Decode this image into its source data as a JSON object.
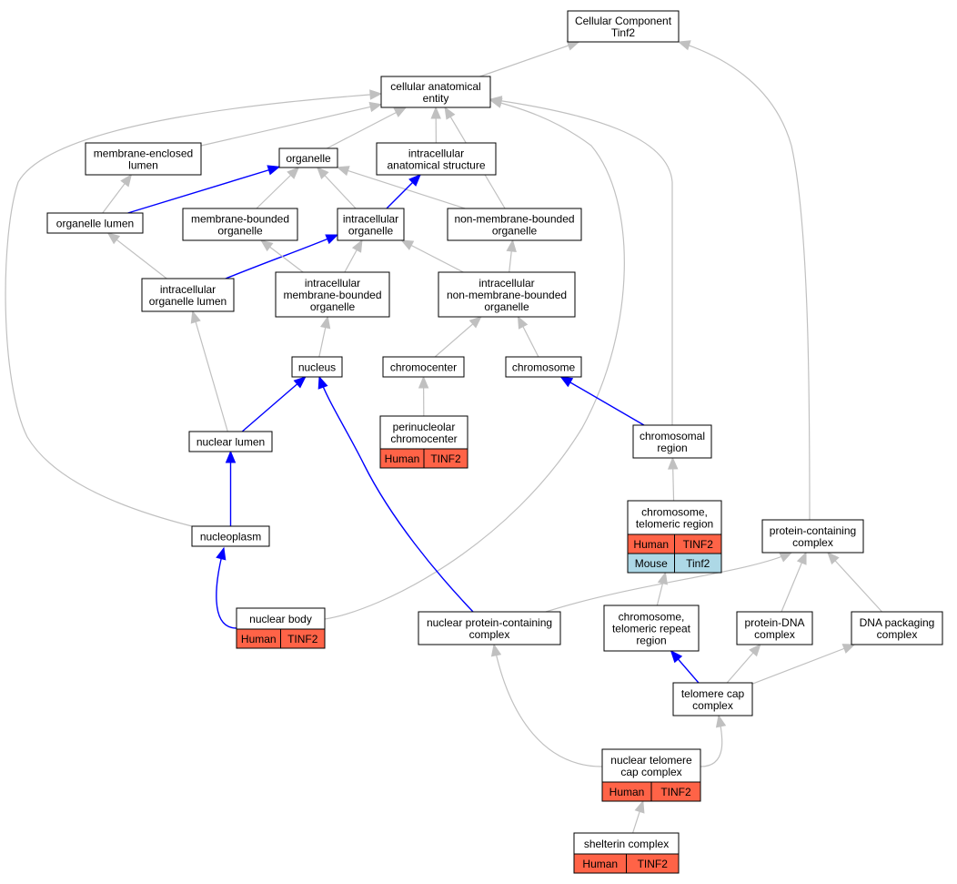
{
  "colors": {
    "human": "#ff6347",
    "mouse": "#add8e6",
    "edge_gray": "#c0c0c0",
    "edge_blue": "#0000ff"
  },
  "nodes": [
    {
      "id": "cc",
      "lines": [
        "Cellular Component",
        "Tinf2"
      ]
    },
    {
      "id": "cae",
      "lines": [
        "cellular anatomical",
        "entity"
      ]
    },
    {
      "id": "mel",
      "lines": [
        "membrane-enclosed",
        "lumen"
      ]
    },
    {
      "id": "organelle",
      "lines": [
        "organelle"
      ]
    },
    {
      "id": "ias",
      "lines": [
        "intracellular",
        "anatomical structure"
      ]
    },
    {
      "id": "ol",
      "lines": [
        "organelle lumen"
      ]
    },
    {
      "id": "mbo",
      "lines": [
        "membrane-bounded",
        "organelle"
      ]
    },
    {
      "id": "io",
      "lines": [
        "intracellular",
        "organelle"
      ]
    },
    {
      "id": "nmbo",
      "lines": [
        "non-membrane-bounded",
        "organelle"
      ]
    },
    {
      "id": "iol",
      "lines": [
        "intracellular",
        "organelle lumen"
      ]
    },
    {
      "id": "imbo",
      "lines": [
        "intracellular",
        "membrane-bounded",
        "organelle"
      ]
    },
    {
      "id": "inmbo",
      "lines": [
        "intracellular",
        "non-membrane-bounded",
        "organelle"
      ]
    },
    {
      "id": "nucleus",
      "lines": [
        "nucleus"
      ]
    },
    {
      "id": "chromocenter",
      "lines": [
        "chromocenter"
      ]
    },
    {
      "id": "chromosome",
      "lines": [
        "chromosome"
      ]
    },
    {
      "id": "pnc",
      "lines": [
        "perinucleolar",
        "chromocenter"
      ],
      "cells": [
        {
          "label": "Human",
          "color": "human"
        },
        {
          "label": "TINF2",
          "color": "human"
        }
      ]
    },
    {
      "id": "nl",
      "lines": [
        "nuclear lumen"
      ]
    },
    {
      "id": "cr",
      "lines": [
        "chromosomal",
        "region"
      ]
    },
    {
      "id": "nucleoplasm",
      "lines": [
        "nucleoplasm"
      ]
    },
    {
      "id": "ctr",
      "lines": [
        "chromosome,",
        "telomeric region"
      ],
      "cells": [
        {
          "label": "Human",
          "color": "human"
        },
        {
          "label": "TINF2",
          "color": "human"
        },
        {
          "label": "Mouse",
          "color": "mouse"
        },
        {
          "label": "Tinf2",
          "color": "mouse"
        }
      ]
    },
    {
      "id": "pcc",
      "lines": [
        "protein-containing",
        "complex"
      ]
    },
    {
      "id": "nb",
      "lines": [
        "nuclear body"
      ],
      "cells": [
        {
          "label": "Human",
          "color": "human"
        },
        {
          "label": "TINF2",
          "color": "human"
        }
      ]
    },
    {
      "id": "npcc",
      "lines": [
        "nuclear protein-containing",
        "complex"
      ]
    },
    {
      "id": "ctrr",
      "lines": [
        "chromosome,",
        "telomeric repeat",
        "region"
      ]
    },
    {
      "id": "pdna",
      "lines": [
        "protein-DNA",
        "complex"
      ]
    },
    {
      "id": "dnap",
      "lines": [
        "DNA packaging",
        "complex"
      ]
    },
    {
      "id": "tcc",
      "lines": [
        "telomere cap",
        "complex"
      ]
    },
    {
      "id": "ntcc",
      "lines": [
        "nuclear telomere",
        "cap complex"
      ],
      "cells": [
        {
          "label": "Human",
          "color": "human"
        },
        {
          "label": "TINF2",
          "color": "human"
        }
      ]
    },
    {
      "id": "shelterin",
      "lines": [
        "shelterin complex"
      ],
      "cells": [
        {
          "label": "Human",
          "color": "human"
        },
        {
          "label": "TINF2",
          "color": "human"
        }
      ]
    }
  ],
  "edges": [
    {
      "from": "cae",
      "to": "cc",
      "kind": "is_a"
    },
    {
      "from": "pcc",
      "to": "cc",
      "kind": "is_a"
    },
    {
      "from": "mel",
      "to": "cae",
      "kind": "is_a"
    },
    {
      "from": "organelle",
      "to": "cae",
      "kind": "is_a"
    },
    {
      "from": "ias",
      "to": "cae",
      "kind": "is_a"
    },
    {
      "from": "nucleoplasm",
      "to": "cae",
      "kind": "is_a"
    },
    {
      "from": "nb",
      "to": "cae",
      "kind": "is_a"
    },
    {
      "from": "cr",
      "to": "cae",
      "kind": "is_a"
    },
    {
      "from": "nmbo",
      "to": "cae",
      "kind": "is_a"
    },
    {
      "from": "ol",
      "to": "mel",
      "kind": "is_a"
    },
    {
      "from": "ol",
      "to": "organelle",
      "kind": "part_of"
    },
    {
      "from": "mbo",
      "to": "organelle",
      "kind": "is_a"
    },
    {
      "from": "io",
      "to": "organelle",
      "kind": "is_a"
    },
    {
      "from": "nmbo",
      "to": "organelle",
      "kind": "is_a"
    },
    {
      "from": "io",
      "to": "ias",
      "kind": "part_of"
    },
    {
      "from": "iol",
      "to": "ol",
      "kind": "is_a"
    },
    {
      "from": "iol",
      "to": "io",
      "kind": "part_of"
    },
    {
      "from": "imbo",
      "to": "mbo",
      "kind": "is_a"
    },
    {
      "from": "imbo",
      "to": "io",
      "kind": "is_a"
    },
    {
      "from": "inmbo",
      "to": "io",
      "kind": "is_a"
    },
    {
      "from": "inmbo",
      "to": "nmbo",
      "kind": "is_a"
    },
    {
      "from": "nl",
      "to": "iol",
      "kind": "is_a"
    },
    {
      "from": "nucleus",
      "to": "imbo",
      "kind": "is_a"
    },
    {
      "from": "chromocenter",
      "to": "inmbo",
      "kind": "is_a"
    },
    {
      "from": "chromosome",
      "to": "inmbo",
      "kind": "is_a"
    },
    {
      "from": "pnc",
      "to": "chromocenter",
      "kind": "is_a"
    },
    {
      "from": "nl",
      "to": "nucleus",
      "kind": "part_of"
    },
    {
      "from": "cr",
      "to": "chromosome",
      "kind": "part_of"
    },
    {
      "from": "nucleoplasm",
      "to": "nl",
      "kind": "part_of"
    },
    {
      "from": "ctr",
      "to": "cr",
      "kind": "is_a"
    },
    {
      "from": "nb",
      "to": "nucleoplasm",
      "kind": "part_of"
    },
    {
      "from": "npcc",
      "to": "nucleus",
      "kind": "part_of"
    },
    {
      "from": "npcc",
      "to": "pcc",
      "kind": "is_a"
    },
    {
      "from": "ctrr",
      "to": "ctr",
      "kind": "is_a"
    },
    {
      "from": "pdna",
      "to": "pcc",
      "kind": "is_a"
    },
    {
      "from": "dnap",
      "to": "pcc",
      "kind": "is_a"
    },
    {
      "from": "tcc",
      "to": "ctrr",
      "kind": "part_of"
    },
    {
      "from": "tcc",
      "to": "pdna",
      "kind": "is_a"
    },
    {
      "from": "tcc",
      "to": "dnap",
      "kind": "is_a"
    },
    {
      "from": "ntcc",
      "to": "npcc",
      "kind": "is_a"
    },
    {
      "from": "ntcc",
      "to": "tcc",
      "kind": "is_a"
    },
    {
      "from": "shelterin",
      "to": "ntcc",
      "kind": "is_a"
    }
  ]
}
